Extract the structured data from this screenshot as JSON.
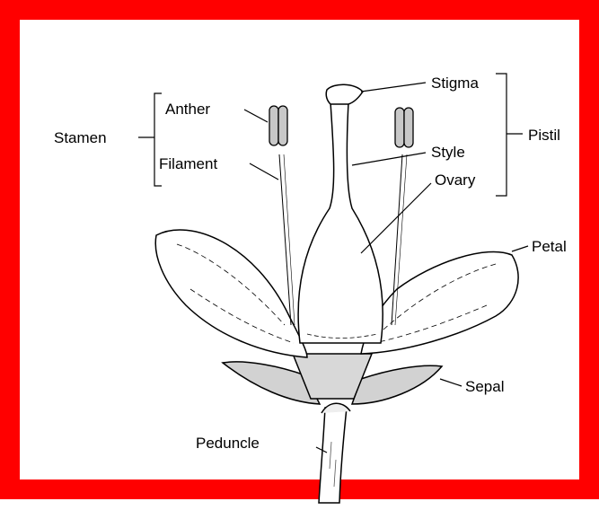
{
  "frame_color": "#ff0000",
  "labels": {
    "stamen": "Stamen",
    "anther": "Anther",
    "filament": "Filament",
    "stigma": "Stigma",
    "style": "Style",
    "ovary": "Ovary",
    "pistil": "Pistil",
    "petal": "Petal",
    "sepal": "Sepal",
    "peduncle": "Peduncle"
  }
}
